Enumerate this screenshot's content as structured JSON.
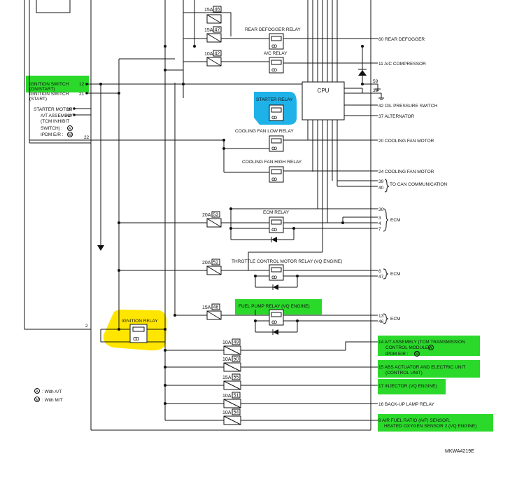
{
  "left_labels": {
    "ignition_switch_on": "IGNITION SWITCH",
    "ignition_switch_on_sub": "(ON/START)",
    "ignition_switch_on_pin": "12",
    "ignition_switch_start": "IGNITION SWITCH",
    "ignition_switch_start_sub": "(START)",
    "ignition_switch_start_pin": "21",
    "starter_motor": "STARTER MOTOR",
    "starter_motor_pin": "19",
    "at_assembly": "A/T ASSEMBLY",
    "at_assembly_pin": "48",
    "tcm_inhibit": "(TCM INHIBIT",
    "tcm_switch": "SWITCH) :",
    "ipdm": "IPDM E/R :",
    "ipdm_pin": "22",
    "ign_relay_pin": "2"
  },
  "legend": {
    "a_label": ": With A/T",
    "m_label": ": With M/T",
    "a_symbol": "A",
    "m_symbol": "M"
  },
  "relays": {
    "rear_defogger": "REAR DEFOGGER RELAY",
    "ac": "A/C RELAY",
    "starter": "STARTER RELAY",
    "cooling_fan_low": "COOLING FAN LOW RELAY",
    "cooling_fan_high": "COOLING FAN HIGH RELAY",
    "ecm": "ECM RELAY",
    "throttle": "THROTTLE CONTROL MOTOR RELAY (VQ ENGINE)",
    "fuel_pump": "FUEL PUMP RELAY (VQ ENGINE)",
    "ignition": "IGNITION RELAY"
  },
  "cpu_label": "CPU",
  "fuses": {
    "f46_amp": "15A",
    "f46_no": "46",
    "f47_amp": "15A",
    "f47_no": "47",
    "f42_amp": "10A",
    "f42_no": "42",
    "f53_amp": "20A",
    "f53_no": "53",
    "f52_amp": "20A",
    "f52_no": "52",
    "f48_amp": "15A",
    "f48_no": "48",
    "f49_amp": "10A",
    "f49_no": "49",
    "f50_amp": "10A",
    "f50_no": "50",
    "f55_amp": "15A",
    "f55_no": "55",
    "f51_amp": "10A",
    "f51_no": "51",
    "f54_amp": "10A",
    "f54_no": "54"
  },
  "right_outputs": {
    "rear_defogger": "60 REAR DEFOGGER",
    "ac_compressor": "11 A/C COMPRESSOR",
    "pin59": "59",
    "pin38": "38",
    "oil_pressure": "42 OIL PRESSURE SWITCH",
    "alternator": "37 ALTERNATOR",
    "fan_motor_20": "20 COOLING FAN MOTOR",
    "fan_motor_24": "24 COOLING FAN MOTOR",
    "pin39": "39",
    "pin40": "40",
    "can": "TO CAN COMMUNICATION",
    "pin30": "30",
    "pin3": "3",
    "pin4": "4",
    "pin7": "7",
    "ecm_a": "ECM",
    "pin6": "6",
    "pin47": "47",
    "ecm_b": "ECM",
    "pin13": "13",
    "pin46": "46",
    "ecm_c": "ECM",
    "at_assembly_l1": "14 A/T ASSEMBLY (TCM TRANSMISSION",
    "at_assembly_l2": "CONTROL MODULE) :",
    "ipdm_er": "IPDM E/R :",
    "abs_l1": "15 ABS ACTUATOR AND ELECTRIC UNIT",
    "abs_l2": "(CONTROL UNIT)",
    "injector": "17 INJECTOR (VQ ENGINE)",
    "backup_lamp": "16 BACK-UP LAMP RELAY",
    "af_l1": "8 AIR FUEL RATIO (A/F) SENSOR,",
    "af_l2": "HEATED OXYGEN SENSOR 2 (VQ ENGINE)"
  },
  "code": "MKWA4219E",
  "highlight_colors": {
    "green": "#2bd92b",
    "blue": "#1fb2e8",
    "yellow": "#ffe600"
  }
}
